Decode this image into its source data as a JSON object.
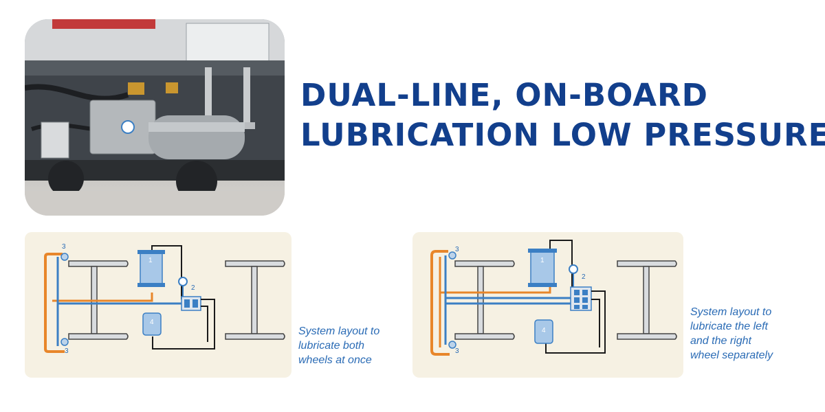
{
  "title": {
    "line1": "DUAL-LINE, ON-BOARD",
    "line2": "LUBRICATION LOW PRESSURE"
  },
  "diagrams": [
    {
      "labels": {
        "n1": "1",
        "n2": "2",
        "n3a": "3",
        "n3b": "3",
        "n4": "4"
      },
      "caption": [
        "System layout to",
        "lubricate both",
        "wheels at once"
      ]
    },
    {
      "labels": {
        "n1": "1",
        "n2": "2",
        "n3a": "3",
        "n3b": "3",
        "n4": "4"
      },
      "caption": [
        "System layout to",
        "lubricate the left",
        "and the right",
        "wheel separately"
      ]
    }
  ],
  "colors": {
    "title": "#123f8c",
    "caption": "#2a6bb5",
    "panel_bg": "#f6f1e3",
    "pipe_orange": "#e8862a",
    "pipe_blue": "#3b7fc4",
    "line_black": "#1a1a1a"
  }
}
